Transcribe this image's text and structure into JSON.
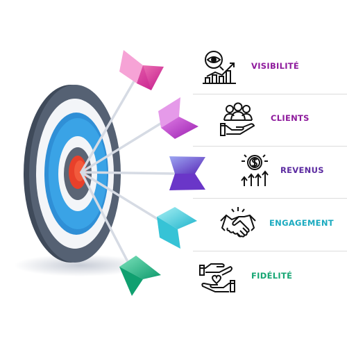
{
  "items": [
    {
      "label": "VISIBILITÉ",
      "color": "#8e1a9c",
      "icon": "eye-growth-chart-icon"
    },
    {
      "label": "CLIENTS",
      "color": "#8e1a9c",
      "icon": "hand-holding-people-icon"
    },
    {
      "label": "REVENUS",
      "color": "#5b2aa0",
      "icon": "dollar-coin-rising-arrows-icon"
    },
    {
      "label": "ENGAGEMENT",
      "color": "#1aaabf",
      "icon": "handshake-icon"
    },
    {
      "label": "FIDÉLITÉ",
      "color": "#16a673",
      "icon": "hand-holding-heart-icon"
    }
  ],
  "colors": {
    "target_dark": "#3f4a5a",
    "target_blue": "#2f8fd6",
    "target_bull": "#e8402a"
  }
}
